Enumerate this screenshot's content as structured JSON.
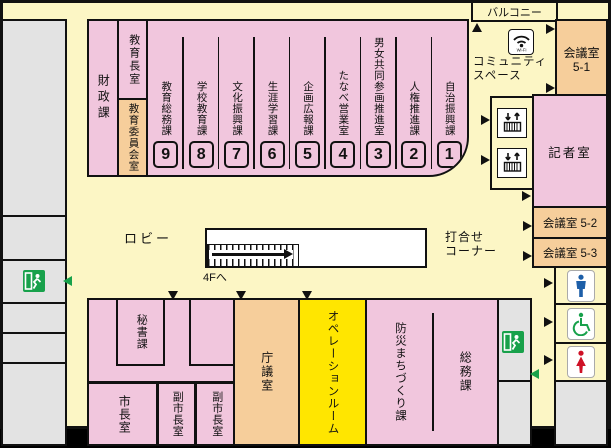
{
  "colors": {
    "floor": "#FCF6C5",
    "room_pink": "#F1C6DD",
    "room_orange": "#F6CE9B",
    "operation_yellow": "#FFE600",
    "gray": "#E3E3E3",
    "outline": "#111111",
    "exit_green": "#18A14B",
    "male_blue": "#1D5FA8",
    "female_red": "#CE1126"
  },
  "top": {
    "finance": "財政課",
    "superintendent": "教育長室",
    "board_of_education": "教育委員会室",
    "numbered_rooms": [
      {
        "number": "1",
        "label": "自治振興課"
      },
      {
        "number": "2",
        "label": "人権推進課"
      },
      {
        "number": "3",
        "label": "男女共同参画推進室"
      },
      {
        "number": "4",
        "label": "たなべ営業室"
      },
      {
        "number": "5",
        "label": "企画広報課"
      },
      {
        "number": "6",
        "label": "生涯学習課"
      },
      {
        "number": "7",
        "label": "文化振興課"
      },
      {
        "number": "8",
        "label": "学校教育課"
      },
      {
        "number": "9",
        "label": "教育総務課"
      }
    ]
  },
  "right": {
    "balcony": "バルコニー",
    "community_space_line1": "コミュニティ",
    "community_space_line2": "スペース",
    "wifi_label": "Wi-Fi",
    "meeting_room_5_1_line1": "会議室",
    "meeting_room_5_1_line2": "5-1",
    "press_room": "記者室",
    "meeting_room_5_2": "会議室 5-2",
    "meeting_room_5_3": "会議室 5-3"
  },
  "center": {
    "lobby": "ロビー",
    "stairs_note": "4Fへ",
    "meeting_corner_line1": "打合せ",
    "meeting_corner_line2": "コーナー"
  },
  "bottom": {
    "secretary": "秘書課",
    "mayor": "市長室",
    "deputy_mayor_1": "副市長室",
    "deputy_mayor_2": "副市長室",
    "council_room": "庁議室",
    "operation_room": "オペレーションルーム",
    "disaster_prevention": "防災まちづくり課",
    "general_affairs": "総務課"
  },
  "icons": {
    "wifi": "wifi-icon",
    "elevator": "elevator-icon",
    "exit": "emergency-exit-icon",
    "male": "male-restroom-icon",
    "female": "female-restroom-icon",
    "wheelchair": "wheelchair-accessible-icon"
  }
}
